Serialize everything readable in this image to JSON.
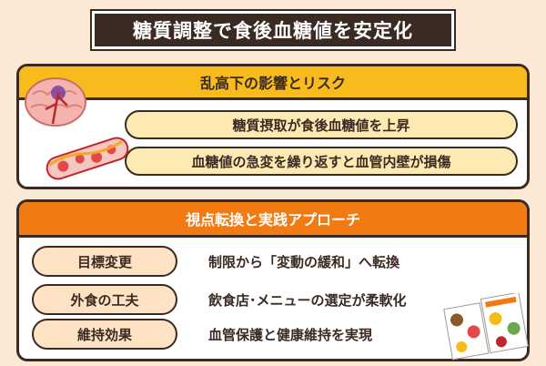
{
  "title": "糖質調整で食後血糖値を安定化",
  "risk_section": {
    "header": "乱高下の影響とリスク",
    "items": [
      "糖質摂取が食後血糖値を上昇",
      "血糖値の急変を繰り返すと血管内壁が損傷"
    ]
  },
  "approach_section": {
    "header": "視点転換と実践アプローチ",
    "rows": [
      {
        "label": "目標変更",
        "text": "制限から「変動の緩和」へ転換"
      },
      {
        "label": "外食の工夫",
        "text": "飲食店･メニューの選定が柔軟化"
      },
      {
        "label": "維持効果",
        "text": "血管保護と健康維持を実現"
      }
    ]
  },
  "colors": {
    "background": "#fbe9d6",
    "risk_header": "#f7bc1c",
    "approach_header": "#f27a12",
    "outline": "#3a2a22"
  },
  "icons": [
    "brain-icon",
    "blood-vessel-icon",
    "menu-brochure-icon"
  ]
}
